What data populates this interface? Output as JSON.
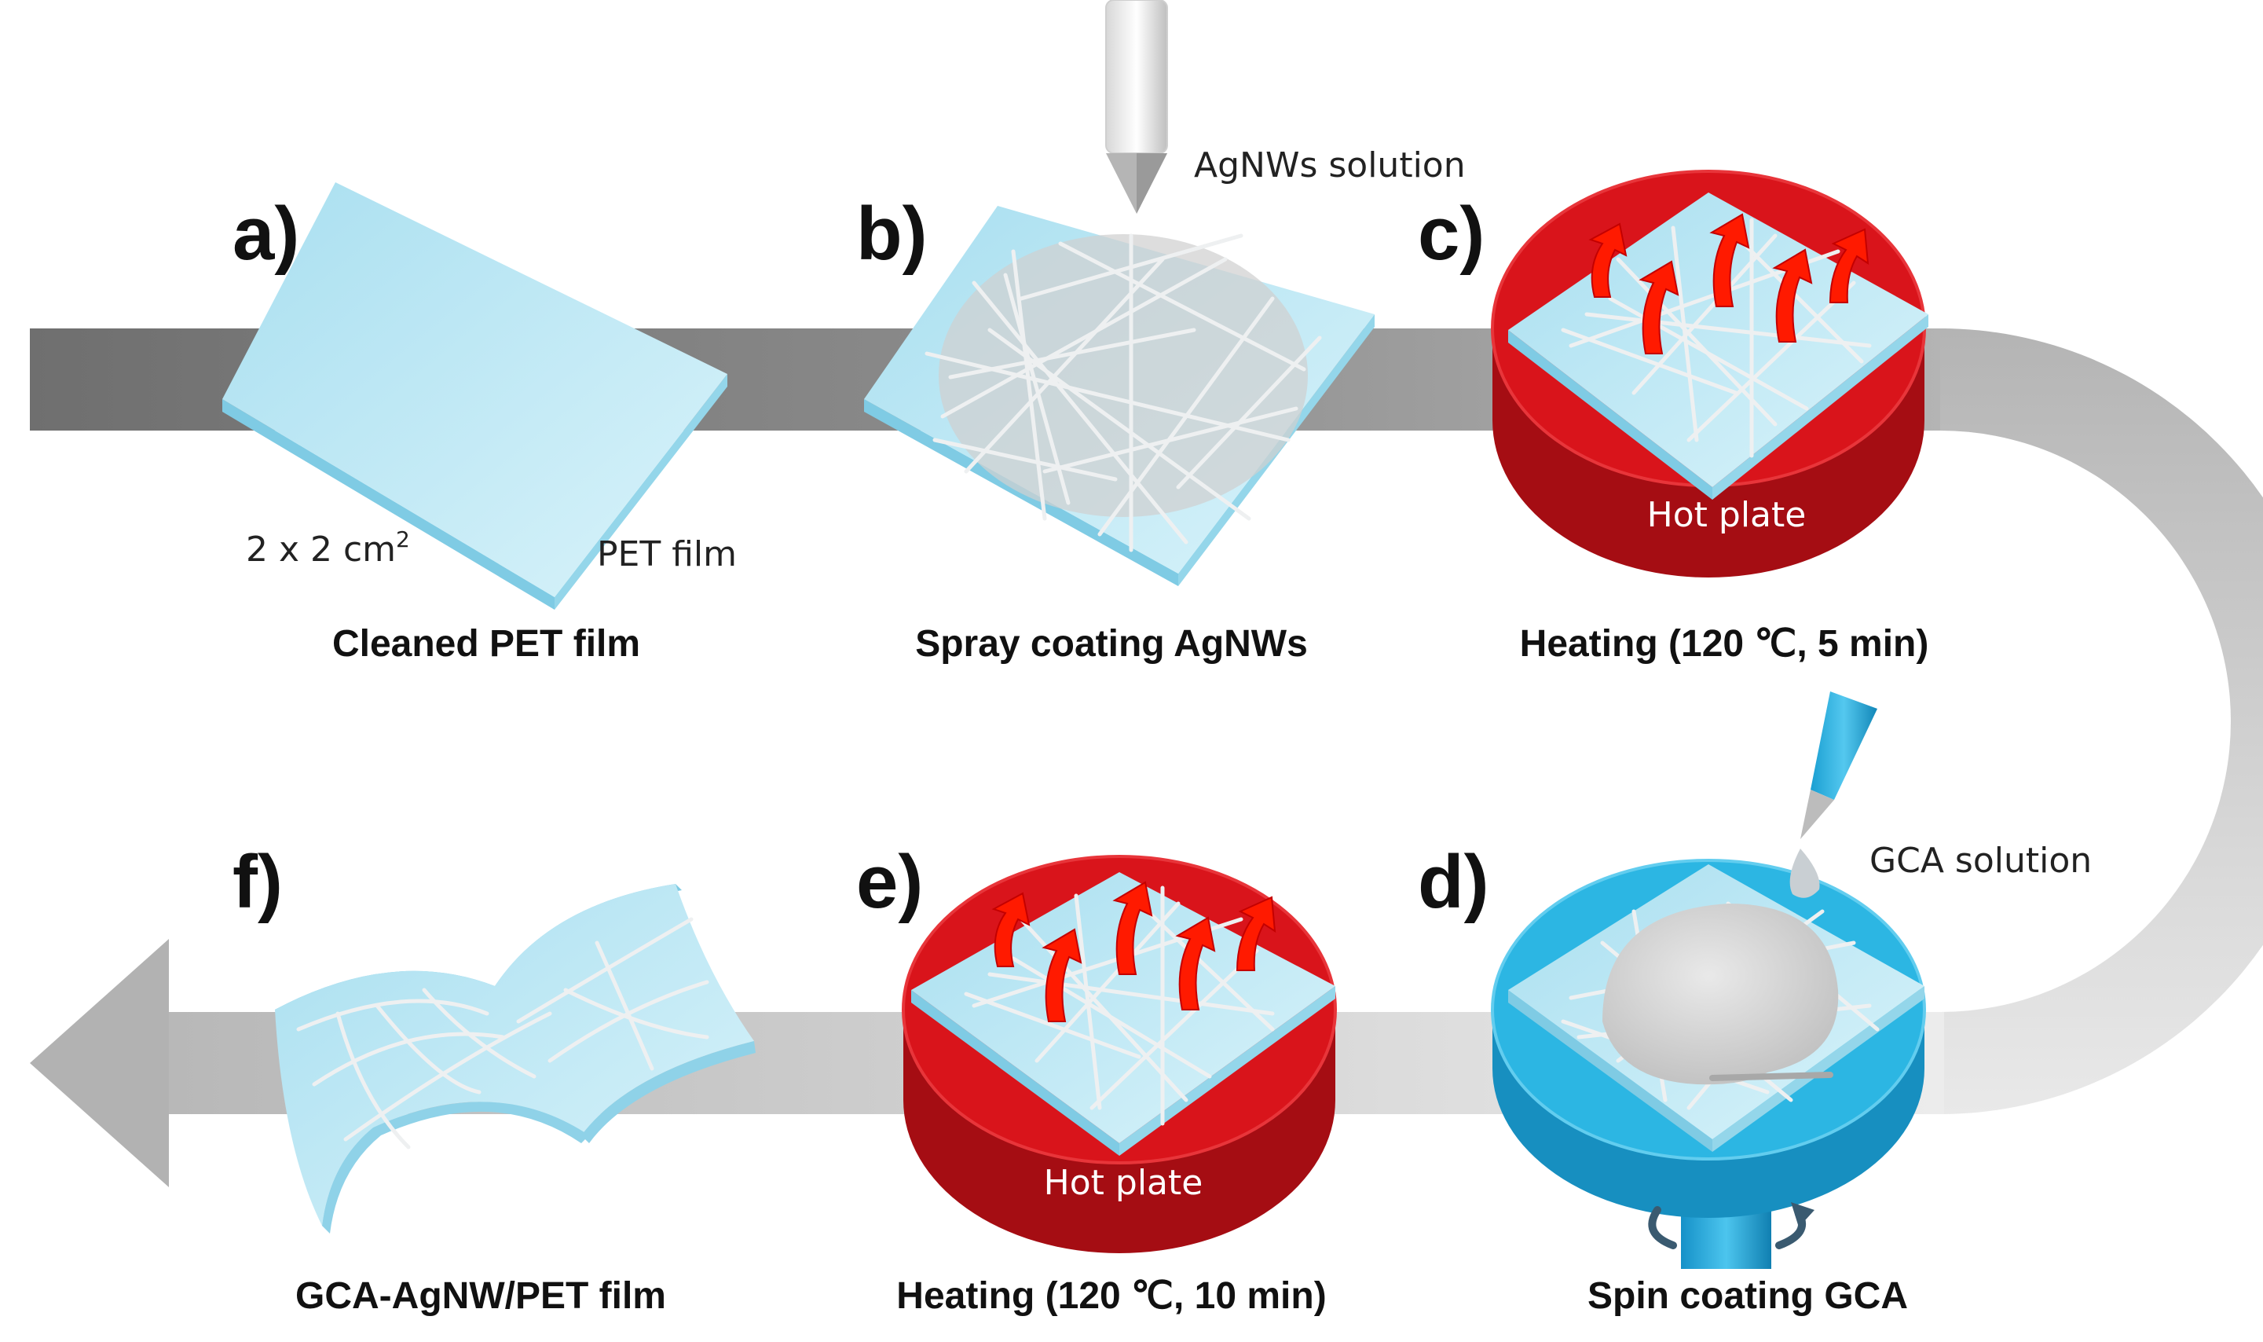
{
  "steps": {
    "a": {
      "letter": "a)",
      "caption": "Cleaned PET film",
      "size_note": "2 x 2 cm",
      "size_sup": "2",
      "film_note": "PET film"
    },
    "b": {
      "letter": "b)",
      "caption": "Spray coating AgNWs",
      "solution_note": "AgNWs solution"
    },
    "c": {
      "letter": "c)",
      "caption": "Heating (120 ℃, 5 min)",
      "plate_label": "Hot plate"
    },
    "d": {
      "letter": "d)",
      "caption": "Spin coating GCA",
      "solution_note": "GCA solution"
    },
    "e": {
      "letter": "e)",
      "caption": "Heating (120 ℃, 10 min)",
      "plate_label": "Hot plate"
    },
    "f": {
      "letter": "f)",
      "caption": "GCA-AgNW/PET film"
    }
  },
  "colors": {
    "flow_arrow": "#8a8a8a",
    "pet_film": "#bfe8f3",
    "hot_plate": "#d9141b",
    "spin_coater": "#2cb6e3",
    "heat_arrow": "#ff1a00",
    "nanowire": "#e6e9ea"
  },
  "icons": [
    "spray-nozzle-icon",
    "dropper-icon",
    "heat-arrow-icon",
    "rotation-arrow-icon",
    "flow-arrow-icon"
  ]
}
